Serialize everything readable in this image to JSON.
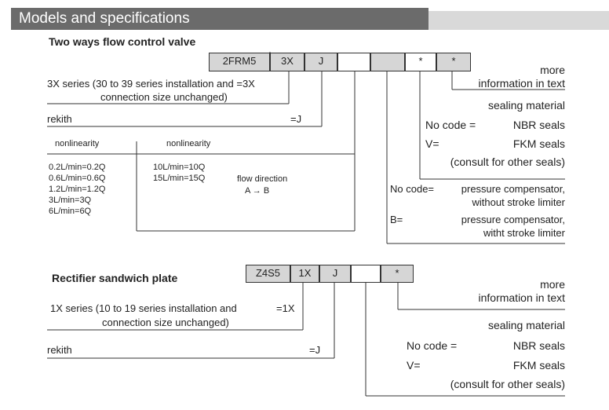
{
  "header": {
    "title": "Models and specifications"
  },
  "section1": {
    "title": "Two ways flow control valve",
    "code": [
      "2FRM5",
      "3X",
      "J",
      "",
      "",
      "*"
    ],
    "more_line1": "more",
    "more_line2": "information in text",
    "series_line1": "3X series (30 to 39 series installation and =3X",
    "series_line2": "connection size unchanged)",
    "rekith": "rekith",
    "rekith_code": "=J",
    "table": {
      "col1_header": "nonlinearity",
      "col2_header": "nonlinearity",
      "col1_rows": [
        "0.2L/min=0.2Q",
        "0.6L/min=0.6Q",
        "1.2L/min=1.2Q",
        "3L/min=3Q",
        "6L/min=6Q"
      ],
      "col2_rows": [
        "10L/min=10Q",
        "15L/min=15Q"
      ],
      "flow_line1": "flow direction",
      "flow_line2": "A → B"
    },
    "sealing": {
      "title": "sealing material",
      "no_code_label": "No code =",
      "no_code_value": "NBR seals",
      "v_label": "V=",
      "v_value": "FKM seals",
      "consult": "(consult for other seals)"
    },
    "compensator": {
      "no_code_label": "No code=",
      "no_code_line1": "pressure compensator,",
      "no_code_line2": "without stroke limiter",
      "b_label": "B=",
      "b_line1": "pressure compensator,",
      "b_line2": "witht stroke limiter"
    }
  },
  "section2": {
    "title": "Rectifier sandwich plate",
    "code": [
      "Z4S5",
      "1X",
      "J",
      "*"
    ],
    "more_line1": "more",
    "more_line2": "information in text",
    "series_line1": "1X series (10 to 19 series installation and",
    "series_code": "=1X",
    "series_line2": "connection size unchanged)",
    "rekith": "rekith",
    "rekith_code": "=J",
    "sealing": {
      "title": "sealing material",
      "no_code_label": "No code =",
      "no_code_value": "NBR seals",
      "v_label": "V=",
      "v_value": "FKM seals",
      "consult": "(consult for other seals)"
    }
  }
}
